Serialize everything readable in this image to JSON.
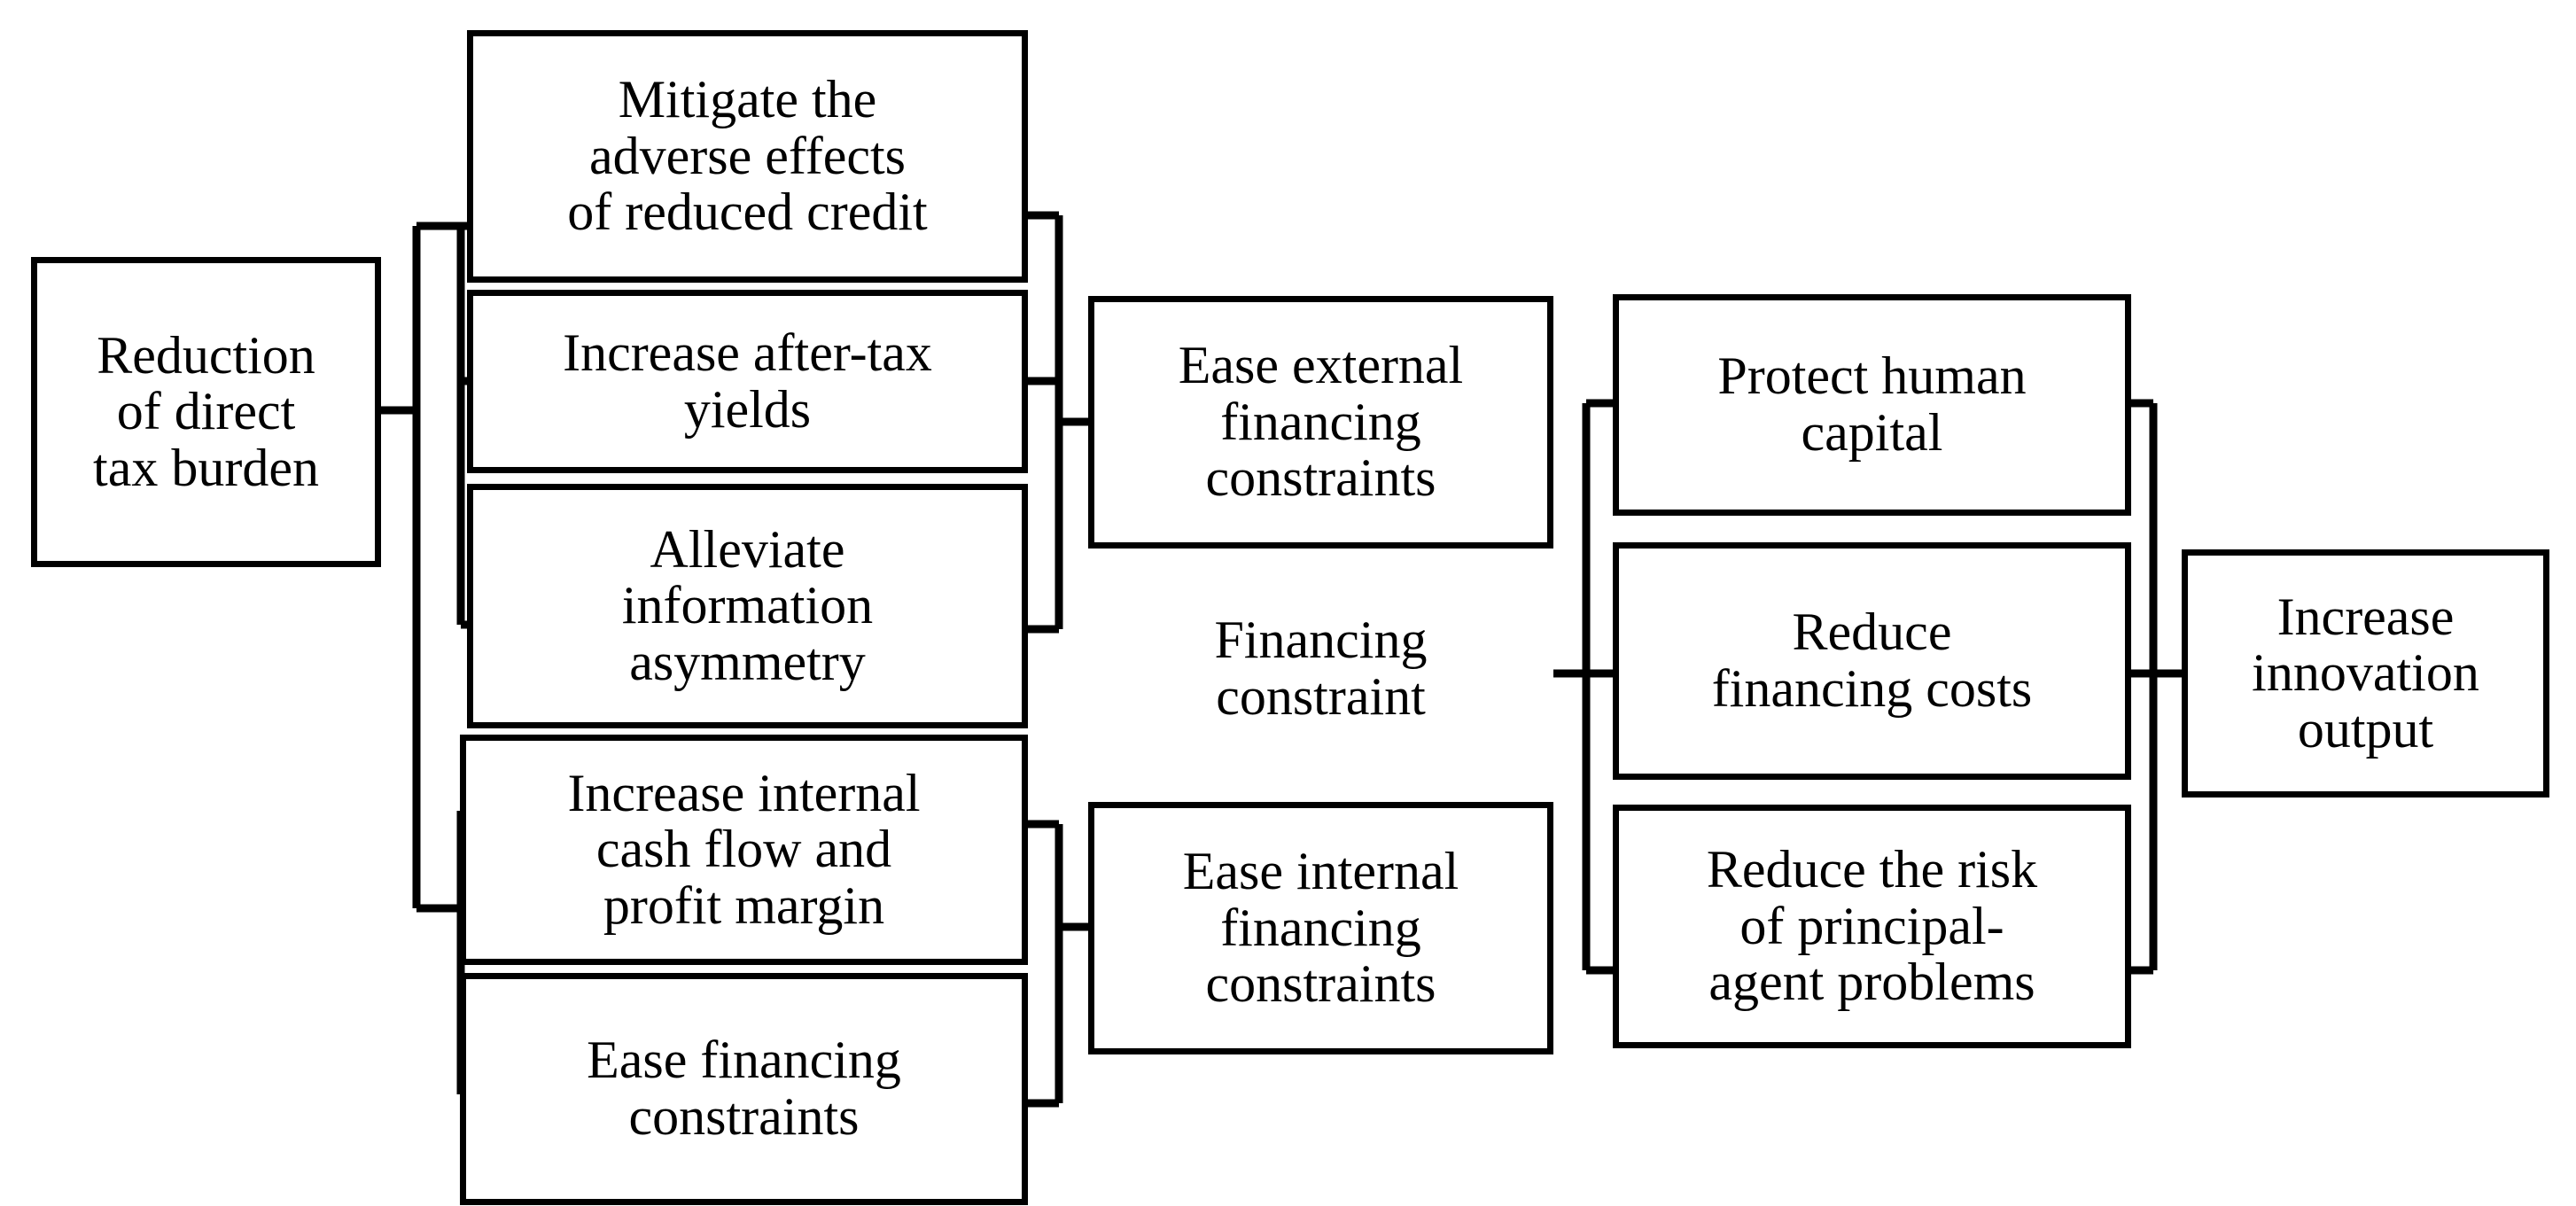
{
  "diagram": {
    "title": "Reduction of direct tax burden mechanism diagram",
    "line_color": "#000000",
    "background": "#ffffff",
    "text_color": "#000000",
    "columns": [
      {
        "id": "col1",
        "nodes": [
          {
            "id": "n1",
            "label": "Reduction\nof direct\ntax burden"
          }
        ]
      },
      {
        "id": "col2",
        "nodes": [
          {
            "id": "n2",
            "label": "Mitigate the\nadverse effects\nof reduced credit"
          },
          {
            "id": "n3",
            "label": "Increase after-tax\nyields"
          },
          {
            "id": "n4",
            "label": "Alleviate\ninformation\nasymmetry"
          },
          {
            "id": "n5",
            "label": "Increase internal\ncash flow and\nprofit margin"
          },
          {
            "id": "n6",
            "label": "Ease financing\nconstraints"
          }
        ]
      },
      {
        "id": "col3",
        "nodes": [
          {
            "id": "n7",
            "label": "Ease external\nfinancing\nconstraints"
          },
          {
            "id": "n8",
            "label": "Financing\nconstraint",
            "boxed": false
          },
          {
            "id": "n9",
            "label": "Ease internal\nfinancing\nconstraints"
          }
        ]
      },
      {
        "id": "col4",
        "nodes": [
          {
            "id": "n10",
            "label": "Protect human\ncapital"
          },
          {
            "id": "n11",
            "label": "Reduce\nfinancing costs"
          },
          {
            "id": "n12",
            "label": "Reduce the risk\nof principal-\nagent problems"
          }
        ]
      },
      {
        "id": "col5",
        "nodes": [
          {
            "id": "n13",
            "label": "Increase\ninnovation\noutput"
          }
        ]
      }
    ],
    "flow": [
      {
        "from": "n1",
        "to": [
          "n2",
          "n3",
          "n4",
          "n5",
          "n6"
        ]
      },
      {
        "from": [
          "n2",
          "n3",
          "n4"
        ],
        "to": "n7"
      },
      {
        "from": [
          "n5",
          "n6"
        ],
        "to": "n9"
      },
      {
        "from": "n8",
        "to": [
          "n10",
          "n11",
          "n12"
        ]
      },
      {
        "from": [
          "n10",
          "n11",
          "n12"
        ],
        "to": "n13"
      }
    ]
  }
}
